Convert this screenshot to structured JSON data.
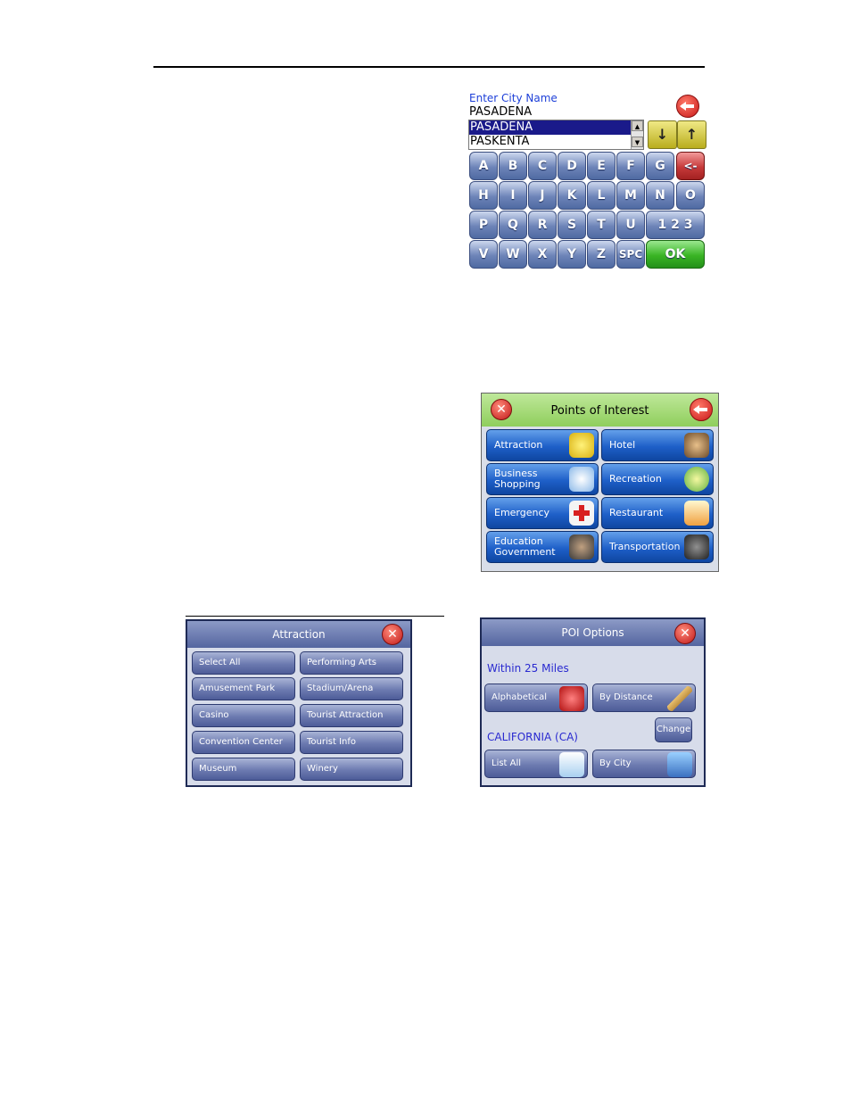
{
  "city_entry": {
    "prompt": "Enter City Name",
    "typed": "PASADENA",
    "list": [
      "PASADENA",
      "PASKENTA"
    ],
    "down_label": "↓",
    "up_label": "↑",
    "keys": [
      [
        "A",
        "B",
        "C",
        "D",
        "E",
        "F",
        "G",
        "<-"
      ],
      [
        "H",
        "I",
        "J",
        "K",
        "L",
        "M",
        "N",
        "O"
      ],
      [
        "P",
        "Q",
        "R",
        "S",
        "T",
        "U",
        "1 2 3"
      ],
      [
        "V",
        "W",
        "X",
        "Y",
        "Z",
        "SPC",
        "OK"
      ]
    ]
  },
  "poi": {
    "title": "Points of Interest",
    "close_label": "✕",
    "buttons": [
      {
        "label": "Attraction",
        "icon": "masks-icon",
        "color": "#e0c020"
      },
      {
        "label": "Hotel",
        "icon": "bellhop-icon",
        "color": "#6b4a2a"
      },
      {
        "label": "Business\nShopping",
        "icon": "shopping-bag-icon",
        "color": "#8ab8e8"
      },
      {
        "label": "Recreation",
        "icon": "ball-icon",
        "color": "#d8e040"
      },
      {
        "label": "Emergency",
        "icon": "first-aid-icon",
        "color": "#f0f0f0"
      },
      {
        "label": "Restaurant",
        "icon": "drink-icon",
        "color": "#f0a040"
      },
      {
        "label": "Education\nGovernment",
        "icon": "officer-icon",
        "color": "#3a3a3a"
      },
      {
        "label": "Transportation",
        "icon": "car-icon",
        "color": "#2a2a2a"
      }
    ]
  },
  "attraction": {
    "title": "Attraction",
    "close_label": "✕",
    "items": [
      "Select All",
      "Performing Arts",
      "Amusement Park",
      "Stadium/Arena",
      "Casino",
      "Tourist Attraction",
      "Convention Center",
      "Tourist Info",
      "Museum",
      "Winery"
    ]
  },
  "poi_options": {
    "title": "POI Options",
    "close_label": "✕",
    "radius": "Within 25 Miles",
    "alphabetical": "Alphabetical",
    "by_distance": "By Distance",
    "change": "Change",
    "state": "CALIFORNIA (CA)",
    "list_all": "List All",
    "by_city": "By City"
  }
}
